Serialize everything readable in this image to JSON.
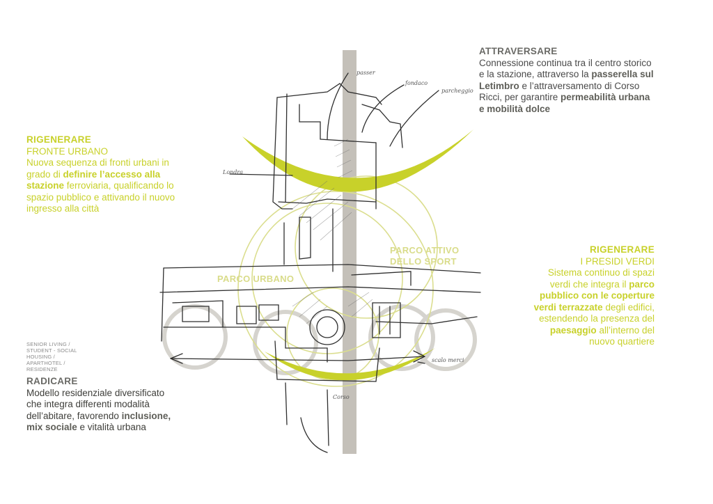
{
  "attraversare": {
    "head": "ATTRAVERSARE",
    "lines": [
      [
        "Connessione continua tra il centro storico"
      ],
      [
        "e la stazione, attraverso la ",
        {
          "b": "passerella sul"
        }
      ],
      [
        {
          "b": "Letimbro"
        },
        " e l’attraversamento di Corso"
      ],
      [
        "Ricci, per garantire ",
        {
          "b": "permeabilità urbana"
        }
      ],
      [
        {
          "b": "e mobilità dolce"
        }
      ]
    ]
  },
  "rigenerare_fronte": {
    "head": "RIGENERARE",
    "sub": "FRONTE URBANO",
    "lines": [
      [
        "Nuova sequenza di fronti urbani in"
      ],
      [
        "grado di ",
        {
          "b": "definire l’accesso alla"
        }
      ],
      [
        {
          "b": "stazione"
        },
        " ferroviaria, qualificando lo"
      ],
      [
        "spazio pubblico e attivando il nuovo"
      ],
      [
        "ingresso alla città"
      ]
    ]
  },
  "rigenerare_presidi": {
    "head": "RIGENERARE",
    "sub": "I PRESIDI VERDI",
    "lines": [
      [
        "Sistema continuo di spazi"
      ],
      [
        "verdi che integra il ",
        {
          "b": "parco"
        }
      ],
      [
        {
          "b": "pubblico con le coperture"
        }
      ],
      [
        {
          "b": "verdi terrazzate"
        },
        " degli edifici,"
      ],
      [
        "estendendo la presenza del"
      ],
      [
        {
          "b": "paesaggio"
        },
        " all’interno del"
      ],
      [
        "nuovo quartiere"
      ]
    ]
  },
  "radicare": {
    "tags": [
      "SENIOR LIVING /",
      "STUDENT - SOCIAL",
      "HOUSING /",
      "APARTHOTEL /",
      "RESIDENZE"
    ],
    "head": "RADICARE",
    "lines": [
      [
        "Modello residenziale diversificato"
      ],
      [
        "che integra differenti modalità"
      ],
      [
        "dell’abitare, favorendo ",
        {
          "b": "inclusione,"
        }
      ],
      [
        {
          "b": "mix sociale"
        },
        " e vitalità urbana"
      ]
    ]
  },
  "sketch_labels": {
    "parco_urbano": "PARCO URBANO",
    "parco_attivo_1": "PARCO ATTIVO",
    "parco_attivo_2": "DELLO SPORT"
  },
  "handwriting": {
    "a": "passer",
    "b": "fondaco",
    "c": "parcheggio",
    "d": "Londra",
    "e": "scalo merci",
    "f": "Corso"
  },
  "colors": {
    "accent": "#c8d12a",
    "dark_head": "#6a6a66",
    "axis": "#b5b0a8"
  }
}
